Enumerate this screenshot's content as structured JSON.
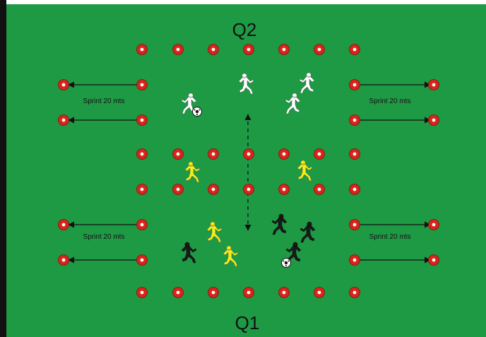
{
  "field": {
    "grass_color": "#1e9a45",
    "border_color": "#111111"
  },
  "labels": {
    "top_zone": "Q2",
    "bottom_zone": "Q1"
  },
  "sprint": {
    "text": "Sprint 20 mts"
  },
  "colors": {
    "cone_fill": "#d9241c",
    "cone_center": "#ffffff",
    "arrow": "#111111",
    "team_white": "#ffffff",
    "team_yellow": "#f3ee14",
    "team_black": "#1a1a1a"
  },
  "icons": {
    "cone": "cone-marker-icon",
    "player": "player-running-icon",
    "ball": "soccer-ball-icon"
  }
}
